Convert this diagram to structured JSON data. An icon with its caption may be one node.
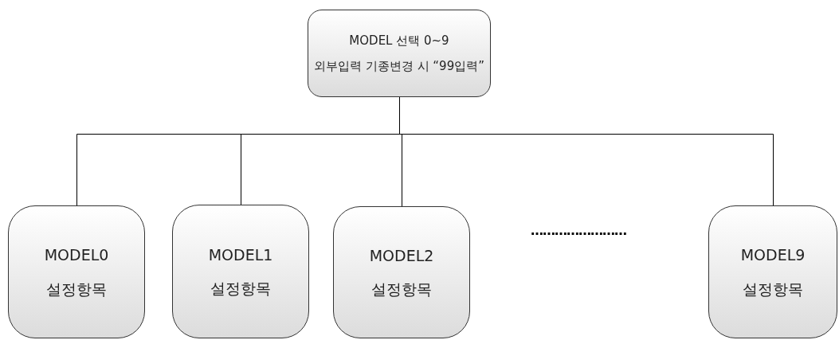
{
  "diagram": {
    "nodes": [
      {
        "text": [
          "MODEL 선택 0~9",
          "외부입력 기종변경 시 “99입력”"
        ]
      },
      {
        "text": [
          "MODEL0",
          "설정항목"
        ]
      },
      {
        "text": [
          "MODEL1",
          "설정항목"
        ]
      },
      {
        "text": [
          "MODEL2",
          "설정항목"
        ]
      },
      {
        "text": [
          "MODEL9",
          "설정항목"
        ]
      }
    ],
    "edges": [
      {
        "from": 0,
        "to": 1,
        "arrow": "none"
      },
      {
        "from": 0,
        "to": 2,
        "arrow": "none"
      },
      {
        "from": 0,
        "to": 3,
        "arrow": "none"
      },
      {
        "from": 0,
        "to": 4,
        "arrow": "none"
      }
    ],
    "labels": [
      "……………………"
    ]
  }
}
